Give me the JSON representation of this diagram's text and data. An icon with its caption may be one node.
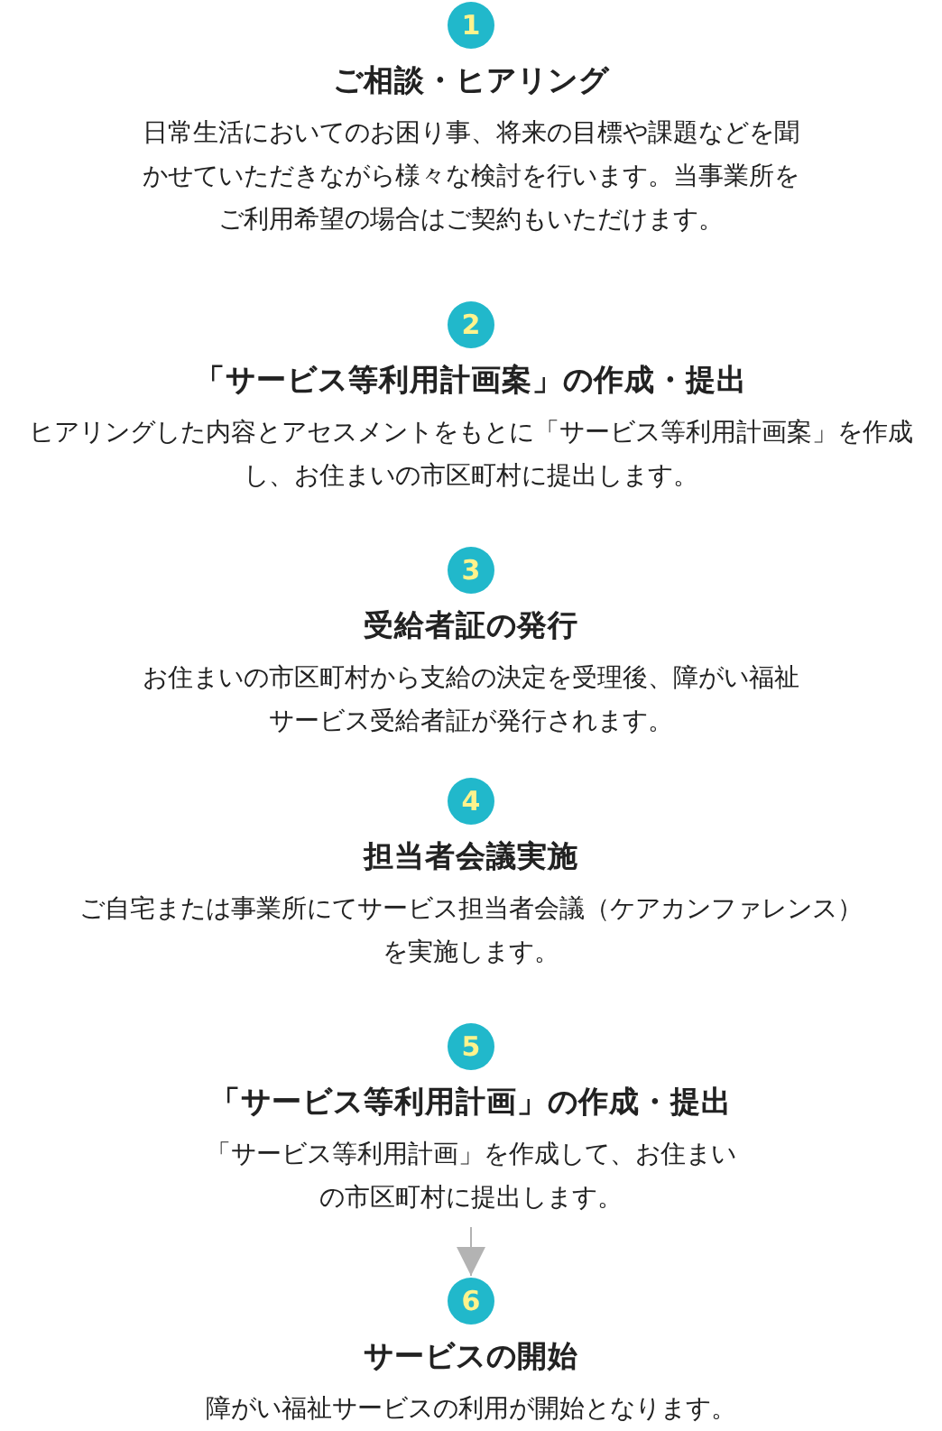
{
  "diagram": {
    "nodes": [
      {
        "text": [
          "1",
          "ご相談・ヒアリング",
          "日常生活においてのお困り事、将来の目標や課題などを聞かせていただきながら様々な検討を行います。当事業所をご利用希望の場合はご契約もいただけます。"
        ]
      },
      {
        "text": [
          "2",
          "「サービス等利用計画案」の作成・提出",
          "ヒアリングした内容とアセスメントをもとに「サービス等利用計画案」を作成し、お住まいの市区町村に提出します。"
        ]
      },
      {
        "text": [
          "3",
          "受給者証の発行",
          "お住まいの市区町村から支給の決定を受理後、障がい福祉サービス受給者証が発行されます。"
        ]
      },
      {
        "text": [
          "4",
          "担当者会議実施",
          "ご自宅または事業所にてサービス担当者会議（ケアカンファレンス）を実施します。"
        ]
      },
      {
        "text": [
          "5",
          "「サービス等利用計画」の作成・提出",
          "「サービス等利用計画」を作成して、お住まいの市区町村に提出します。"
        ]
      },
      {
        "text": [
          "6",
          "サービスの開始",
          "障がい福祉サービスの利用が開始となります。"
        ]
      }
    ],
    "edges": [
      {
        "from": 4,
        "to": 5,
        "arrow": "to"
      }
    ]
  }
}
